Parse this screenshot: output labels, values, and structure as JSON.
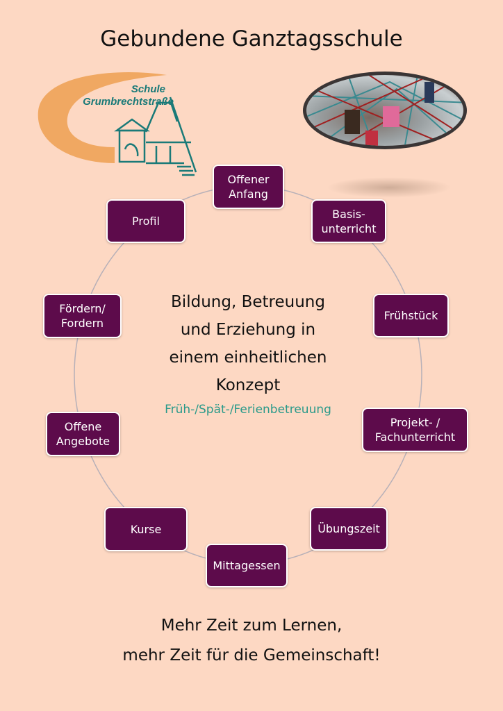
{
  "title": "Gebundene Ganztagsschule",
  "logo": {
    "line1": "Schule",
    "line2": "Grumbrechtstraße"
  },
  "cycle": [
    {
      "label": "Offener\nAnfang"
    },
    {
      "label": "Basis-\nunterricht"
    },
    {
      "label": "Frühstück"
    },
    {
      "label": "Projekt- /\nFachunterricht"
    },
    {
      "label": "Übungszeit"
    },
    {
      "label": "Mittagessen"
    },
    {
      "label": "Kurse"
    },
    {
      "label": "Offene\nAngebote"
    },
    {
      "label": "Fördern/\nFordern"
    },
    {
      "label": "Profil"
    }
  ],
  "center": {
    "lines": [
      "Bildung, Betreuung",
      "und Erziehung in",
      "einem einheitlichen",
      "Konzept"
    ],
    "sub": "Früh-/Spät-/Ferienbetreuung"
  },
  "footer": {
    "line1": "Mehr Zeit zum Lernen,",
    "line2": "mehr Zeit für die Gemeinschaft!"
  },
  "colors": {
    "background": "#fdd8c3",
    "node": "#5d0b4b",
    "teal": "#1a7a78",
    "orange": "#f0a862"
  }
}
